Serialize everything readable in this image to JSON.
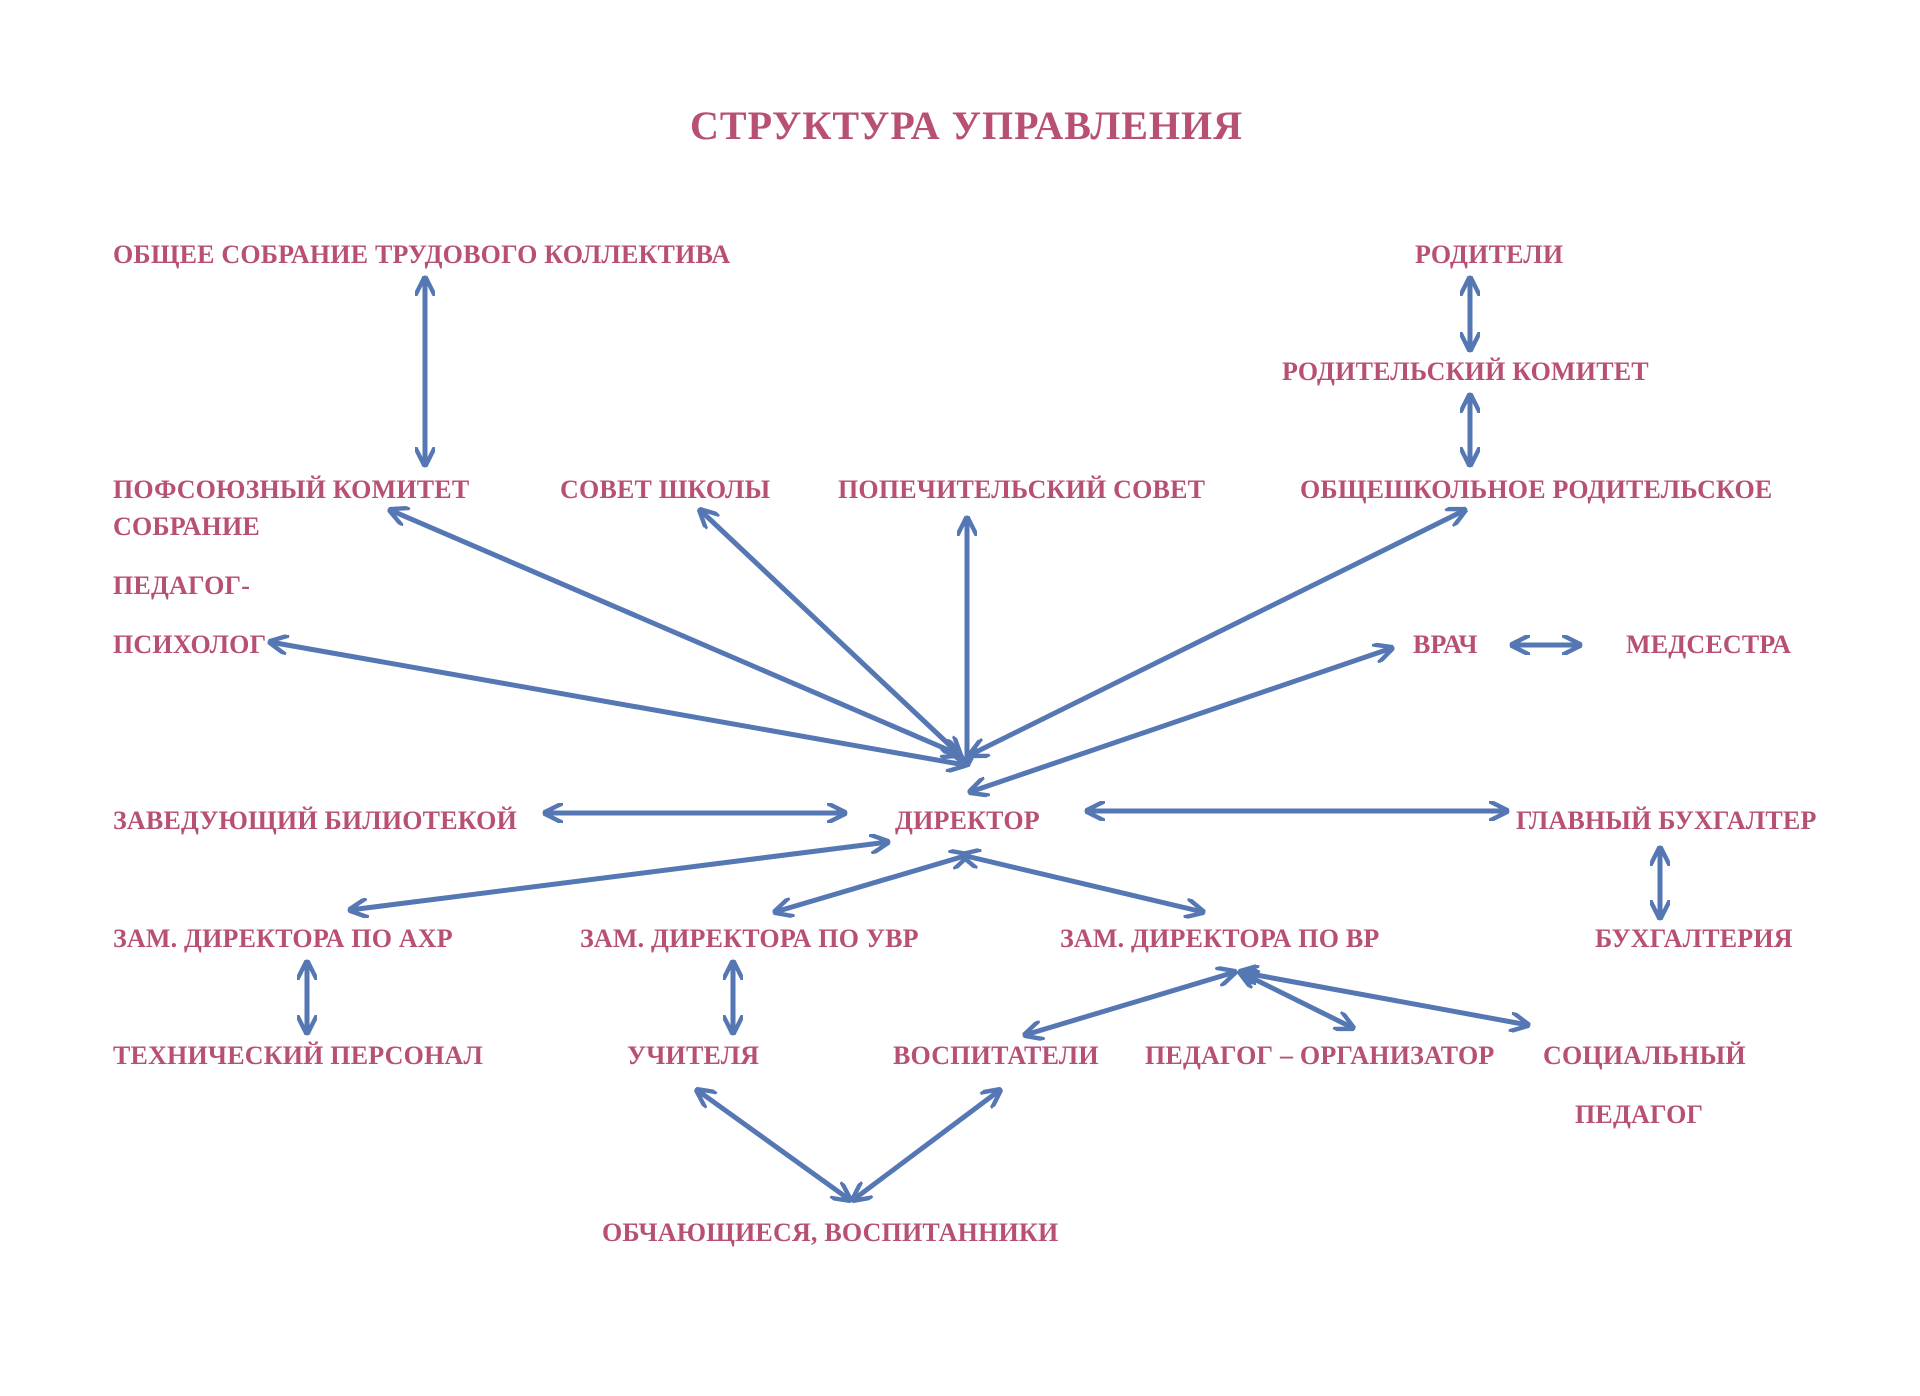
{
  "title": "СТРУКТУРА  УПРАВЛЕНИЯ",
  "colors": {
    "text": "#b84f74",
    "arrow": "#5577b3"
  },
  "nodes": {
    "general_meeting": "ОБЩЕЕ СОБРАНИЕ ТРУДОВОГО КОЛЛЕКТИВА",
    "parents": "РОДИТЕЛИ",
    "parent_committee": "РОДИТЕЛЬСКИЙ КОМИТЕТ",
    "trade_union": "ПОФСОЮЗНЫЙ  КОМИТЕТ",
    "school_council": "СОВЕТ ШКОЛЫ",
    "board_trustees": "ПОПЕЧИТЕЛЬСКИЙ СОВЕТ",
    "school_parent": "ОБЩЕШКОЛЬНОЕ  РОДИТЕЛЬСКОЕ",
    "meeting_word": "СОБРАНИЕ",
    "psychologist_line1": "ПЕДАГОГ-",
    "psychologist_line2": "ПСИХОЛОГ",
    "doctor": "ВРАЧ",
    "nurse": "МЕДСЕСТРА",
    "librarian": "ЗАВЕДУЮЩИЙ БИЛИОТЕКОЙ",
    "director": "ДИРЕКТОР",
    "chief_accountant": "ГЛАВНЫЙ БУХГАЛТЕР",
    "deputy_ahr": "ЗАМ. ДИРЕКТОРА ПО АХР",
    "deputy_uvr": "ЗАМ. ДИРЕКТОРА  ПО УВР",
    "deputy_vr": "ЗАМ. ДИРЕКТОРА ПО ВР",
    "accounting": "БУХГАЛТЕРИЯ",
    "technical_staff": "ТЕХНИЧЕСКИЙ ПЕРСОНАЛ",
    "teachers": "УЧИТЕЛЯ",
    "educators": "ВОСПИТАТЕЛИ",
    "organizer": "ПЕДАГОГ – ОРГАНИЗАТОР",
    "social_line1": "СОЦИАЛЬНЫЙ",
    "social_line2": "ПЕДАГОГ",
    "students": "ОБЧАЮЩИЕСЯ, ВОСПИТАННИКИ"
  }
}
